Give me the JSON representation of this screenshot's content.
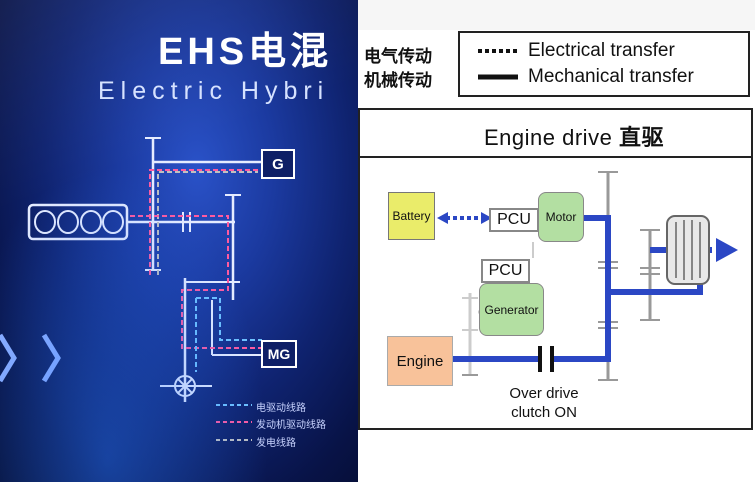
{
  "left_panel": {
    "title": "EHS电混",
    "subtitle": "Electric Hybri",
    "generator_label": "G",
    "motor_generator_label": "MG",
    "legend": [
      {
        "text": "电驱动线路",
        "color": "#6fc3ff"
      },
      {
        "text": "发动机驱动线路",
        "color": "#ff5aa0"
      },
      {
        "text": "发电线路",
        "color": "#c0c0c0"
      }
    ],
    "arrows_glyph": "》》"
  },
  "legend": {
    "electrical": {
      "cn": "电气传动",
      "en": "Electrical transfer"
    },
    "mechanical": {
      "cn": "机械传动",
      "en": "Mechanical transfer"
    }
  },
  "drive_panel": {
    "title_en": "Engine  drive",
    "title_cn": "直驱",
    "battery": "Battery",
    "pcu_motor": "PCU",
    "motor": "Motor",
    "pcu_generator": "PCU",
    "generator": "Generator",
    "engine": "Engine",
    "clutch_line1": "Over drive",
    "clutch_line2": "clutch ON"
  },
  "colors": {
    "electric_path": "#2b47c4",
    "mechanical_path": "#2b47c4",
    "battery": "#eaec6a",
    "motor": "#b3dfa2",
    "engine": "#f8c29a"
  }
}
